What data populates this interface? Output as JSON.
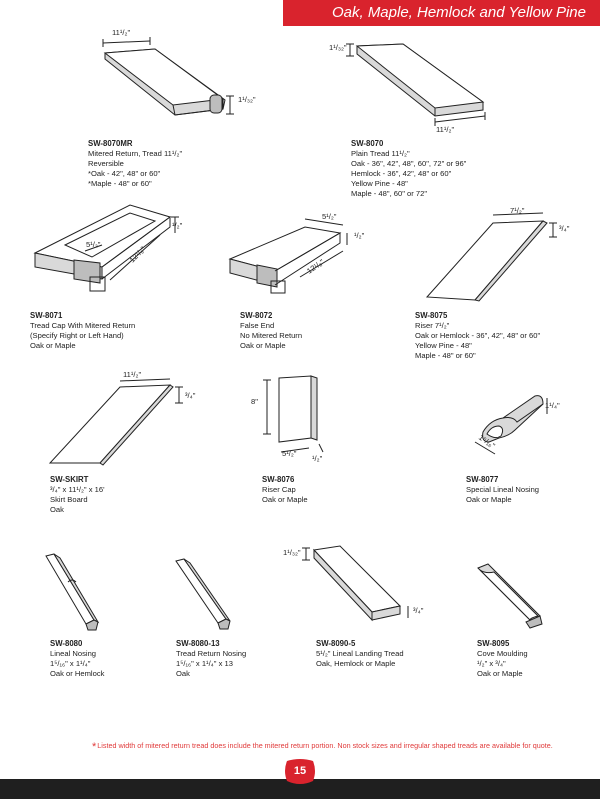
{
  "header": {
    "title": "Oak, Maple, Hemlock and Yellow Pine"
  },
  "products": [
    {
      "code": "SW-8070MR",
      "lines": [
        "Mitered Return, Tread 11¹/₂\"",
        "Reversible",
        "*Oak - 42\", 48\" or 60\"",
        "*Maple - 48\" or 60\""
      ],
      "dims": [
        "11¹/₂\"",
        "1¹/₃₂\""
      ]
    },
    {
      "code": "SW-8070",
      "lines": [
        "Plain Tread 11¹/₂\"",
        "Oak - 36\", 42\", 48\", 60\", 72\" or 96\"",
        "Hemlock - 36\", 42\", 48\" or 60\"",
        "Yellow Pine - 48\"",
        "Maple - 48\", 60\" or 72\""
      ],
      "dims": [
        "1¹/₃₂\"",
        "11¹/₂\""
      ]
    },
    {
      "code": "SW-8071",
      "lines": [
        "Tread Cap With Mitered Return",
        "(Specify Right or Left Hand)",
        "Oak or Maple"
      ],
      "dims": [
        "5¹/₂\"",
        "¹/₂\"",
        "12¹/₈\""
      ]
    },
    {
      "code": "SW-8072",
      "lines": [
        "False End",
        "No Mitered Return",
        "Oak or Maple"
      ],
      "dims": [
        "5¹/₂\"",
        "¹/₂\"",
        "12¹/₈\""
      ]
    },
    {
      "code": "SW-8075",
      "lines": [
        "Riser 7¹/₂\"",
        "Oak or Hemlock - 36\", 42\", 48\" or 60\"",
        "Yellow Pine - 48\"",
        "Maple - 48\" or 60\""
      ],
      "dims": [
        "7¹/₂\"",
        "³/₄\""
      ]
    },
    {
      "code": "SW-SKIRT",
      "lines": [
        "³/₄\" x 11¹/₂\" x 16'",
        "Skirt Board",
        "Oak"
      ],
      "dims": [
        "11¹/₂\"",
        "³/₄\""
      ]
    },
    {
      "code": "SW-8076",
      "lines": [
        "Riser Cap",
        "Oak or Maple"
      ],
      "dims": [
        "8\"",
        "5¹/₂\"",
        "¹/₂\""
      ]
    },
    {
      "code": "SW-8077",
      "lines": [
        "Special Lineal Nosing",
        "Oak or Maple"
      ],
      "dims": [
        "1¹/₄\"",
        "1⁵/₁₆\""
      ]
    },
    {
      "code": "SW-8080",
      "lines": [
        "Lineal Nosing",
        "1⁵/₁₆\" x 1¹/₄\"",
        "Oak or Hemlock"
      ],
      "dims": []
    },
    {
      "code": "SW-8080-13",
      "lines": [
        "Tread Return Nosing",
        "1⁵/₁₆\" x 1¹/₄\" x 13",
        "Oak"
      ],
      "dims": []
    },
    {
      "code": "SW-8090-5",
      "lines": [
        "5¹/₂\" Lineal Landing Tread",
        "Oak, Hemlock or Maple"
      ],
      "dims": [
        "1¹/₃₂\"",
        "³/₄\""
      ]
    },
    {
      "code": "SW-8095",
      "lines": [
        "Cove Moulding",
        "¹/₂\" x ³/₄\"",
        "Oak or Maple"
      ],
      "dims": []
    }
  ],
  "footnote": {
    "star": "*",
    "text": "Listed width of mitered return tread does include the mitered return portion. Non stock sizes and irregular shaped treads are available for quote."
  },
  "page": {
    "number": "15"
  },
  "colors": {
    "accent": "#d9232d",
    "bar": "#1f1f1f"
  }
}
